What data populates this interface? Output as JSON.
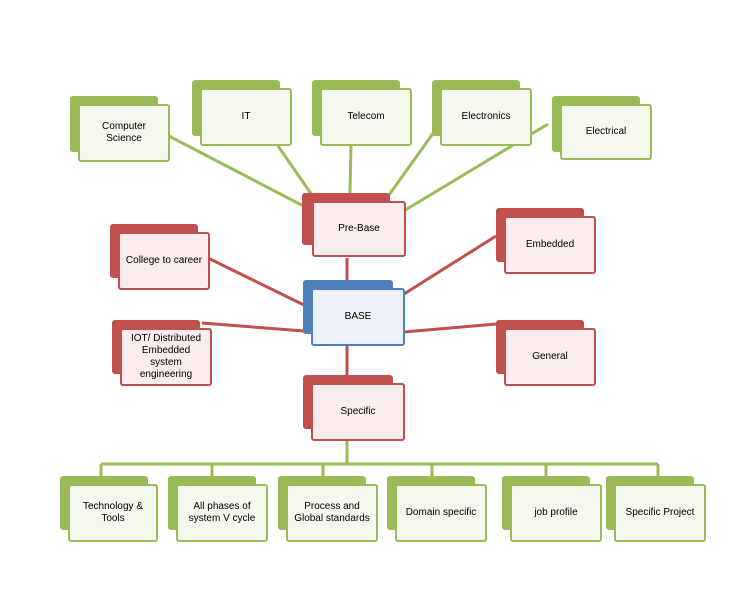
{
  "nodes": {
    "base": "BASE",
    "pre_base": "Pre-Base",
    "specific": "Specific",
    "computer_science": "Computer Science",
    "it": "IT",
    "telecom": "Telecom",
    "electronics": "Electronics",
    "electrical": "Electrical",
    "college_to_career": "College to career",
    "iot": "IOT/ Distributed Embedded system engineering",
    "embedded": "Embedded",
    "general": "General",
    "technology_tools": "Technology & Tools",
    "all_phases": "All phases of system V cycle",
    "process_standards": "Process and Global standards",
    "domain_specific": "Domain specific",
    "job_profile": "job profile",
    "specific_project": "Specific Project"
  },
  "colors": {
    "green": "#9bbb59",
    "red": "#c0504d",
    "blue": "#4f81bd"
  }
}
